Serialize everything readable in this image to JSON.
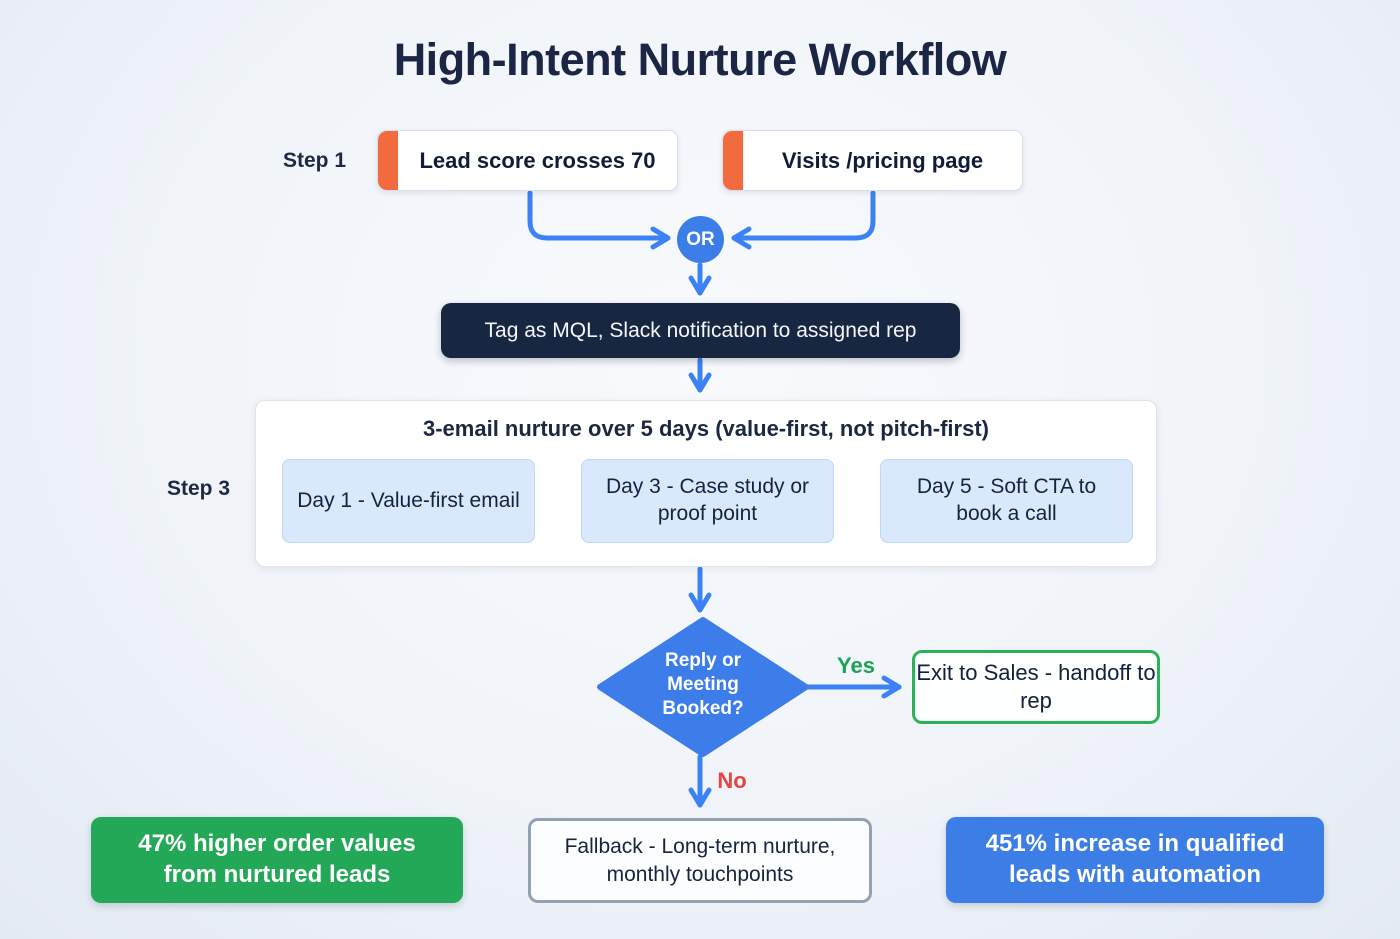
{
  "title": "High-Intent Nurture Workflow",
  "step1": {
    "label": "Step 1",
    "triggers": [
      "Lead score crosses 70",
      "Visits /pricing page"
    ]
  },
  "or_label": "OR",
  "action": "Tag as MQL, Slack notification to assigned rep",
  "step3": {
    "label": "Step 3",
    "title": "3-email nurture over 5 days (value-first, not pitch-first)",
    "emails": [
      "Day 1 - Value-first email",
      "Day 3 - Case study or proof point",
      "Day 5 - Soft CTA to book a call"
    ]
  },
  "decision": {
    "question": "Reply or Meeting Booked?",
    "yes_label": "Yes",
    "no_label": "No"
  },
  "yes_outcome": "Exit to Sales - handoff to rep",
  "no_outcome": "Fallback - Long-term nurture, monthly touchpoints",
  "stats": [
    {
      "text": "47% higher order values from nurtured leads",
      "color": "#23a857"
    },
    {
      "text": "451% increase in qualified leads with automation",
      "color": "#3d7ee6"
    }
  ],
  "colors": {
    "arrow_blue": "#3b82f6",
    "diamond_blue": "#3c7de9",
    "trigger_accent_orange": "#f26b3f",
    "action_navy": "#172742",
    "yes_green": "#1da155",
    "no_red": "#e74341",
    "exit_border_green": "#2ab457",
    "fallback_border_gray": "#93a1b3",
    "title_navy": "#1a2644"
  }
}
